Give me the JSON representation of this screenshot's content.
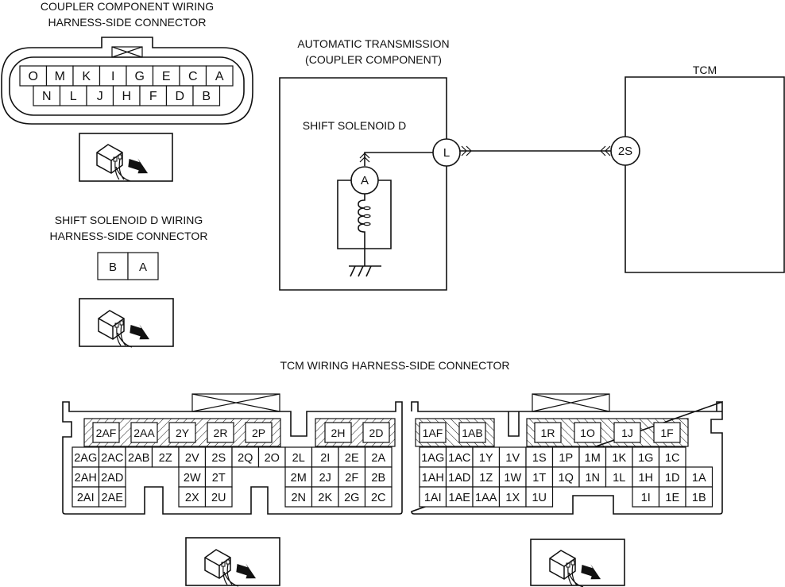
{
  "coupler_connector": {
    "title_line1": "COUPLER COMPONENT WIRING",
    "title_line2": "HARNESS-SIDE CONNECTOR",
    "top_row": [
      "O",
      "M",
      "K",
      "I",
      "G",
      "E",
      "C",
      "A"
    ],
    "bottom_row": [
      "N",
      "L",
      "J",
      "H",
      "F",
      "D",
      "B"
    ],
    "view_icon": "harness-side-view-icon"
  },
  "solenoid_connector": {
    "title_line1": "SHIFT SOLENOID D WIRING",
    "title_line2": "HARNESS-SIDE CONNECTOR",
    "pins": [
      "B",
      "A"
    ],
    "view_icon": "harness-side-view-icon"
  },
  "schematic": {
    "at_title_line1": "AUTOMATIC TRANSMISSION",
    "at_title_line2": "(COUPLER COMPONENT)",
    "solenoid_label": "SHIFT SOLENOID D",
    "solenoid_terminal": "A",
    "coupler_terminal": "L",
    "tcm_label": "TCM",
    "tcm_terminal": "2S"
  },
  "tcm_connector": {
    "title": "TCM WIRING HARNESS-SIDE CONNECTOR",
    "left": {
      "hatched_top": [
        "2AF",
        "2AA",
        "2Y",
        "2R",
        "2P",
        "2H",
        "2D"
      ],
      "row1": [
        "2AG",
        "2AC",
        "2AB",
        "2Z",
        "2V",
        "2S",
        "2Q",
        "2O",
        "2L",
        "2I",
        "2E",
        "2A"
      ],
      "row2": [
        "2AH",
        "2AD",
        "",
        "",
        "2W",
        "2T",
        "",
        "",
        "2M",
        "2J",
        "2F",
        "2B"
      ],
      "row3": [
        "2AI",
        "2AE",
        "",
        "",
        "2X",
        "2U",
        "",
        "",
        "2N",
        "2K",
        "2G",
        "2C"
      ]
    },
    "right": {
      "hatched_top": [
        "1AF",
        "1AB",
        "1R",
        "1O",
        "1J",
        "1F"
      ],
      "row1": [
        "1AG",
        "1AC",
        "1Y",
        "1V",
        "1S",
        "1P",
        "1M",
        "1K",
        "1G",
        "1C",
        ""
      ],
      "row2": [
        "1AH",
        "1AD",
        "1Z",
        "1W",
        "1T",
        "1Q",
        "1N",
        "1L",
        "1H",
        "1D",
        "1A"
      ],
      "row3": [
        "1AI",
        "1AE",
        "1AA",
        "1X",
        "1U",
        "",
        "",
        "",
        "1I",
        "1E",
        "1B"
      ]
    },
    "view_icon": "harness-side-view-icon"
  }
}
